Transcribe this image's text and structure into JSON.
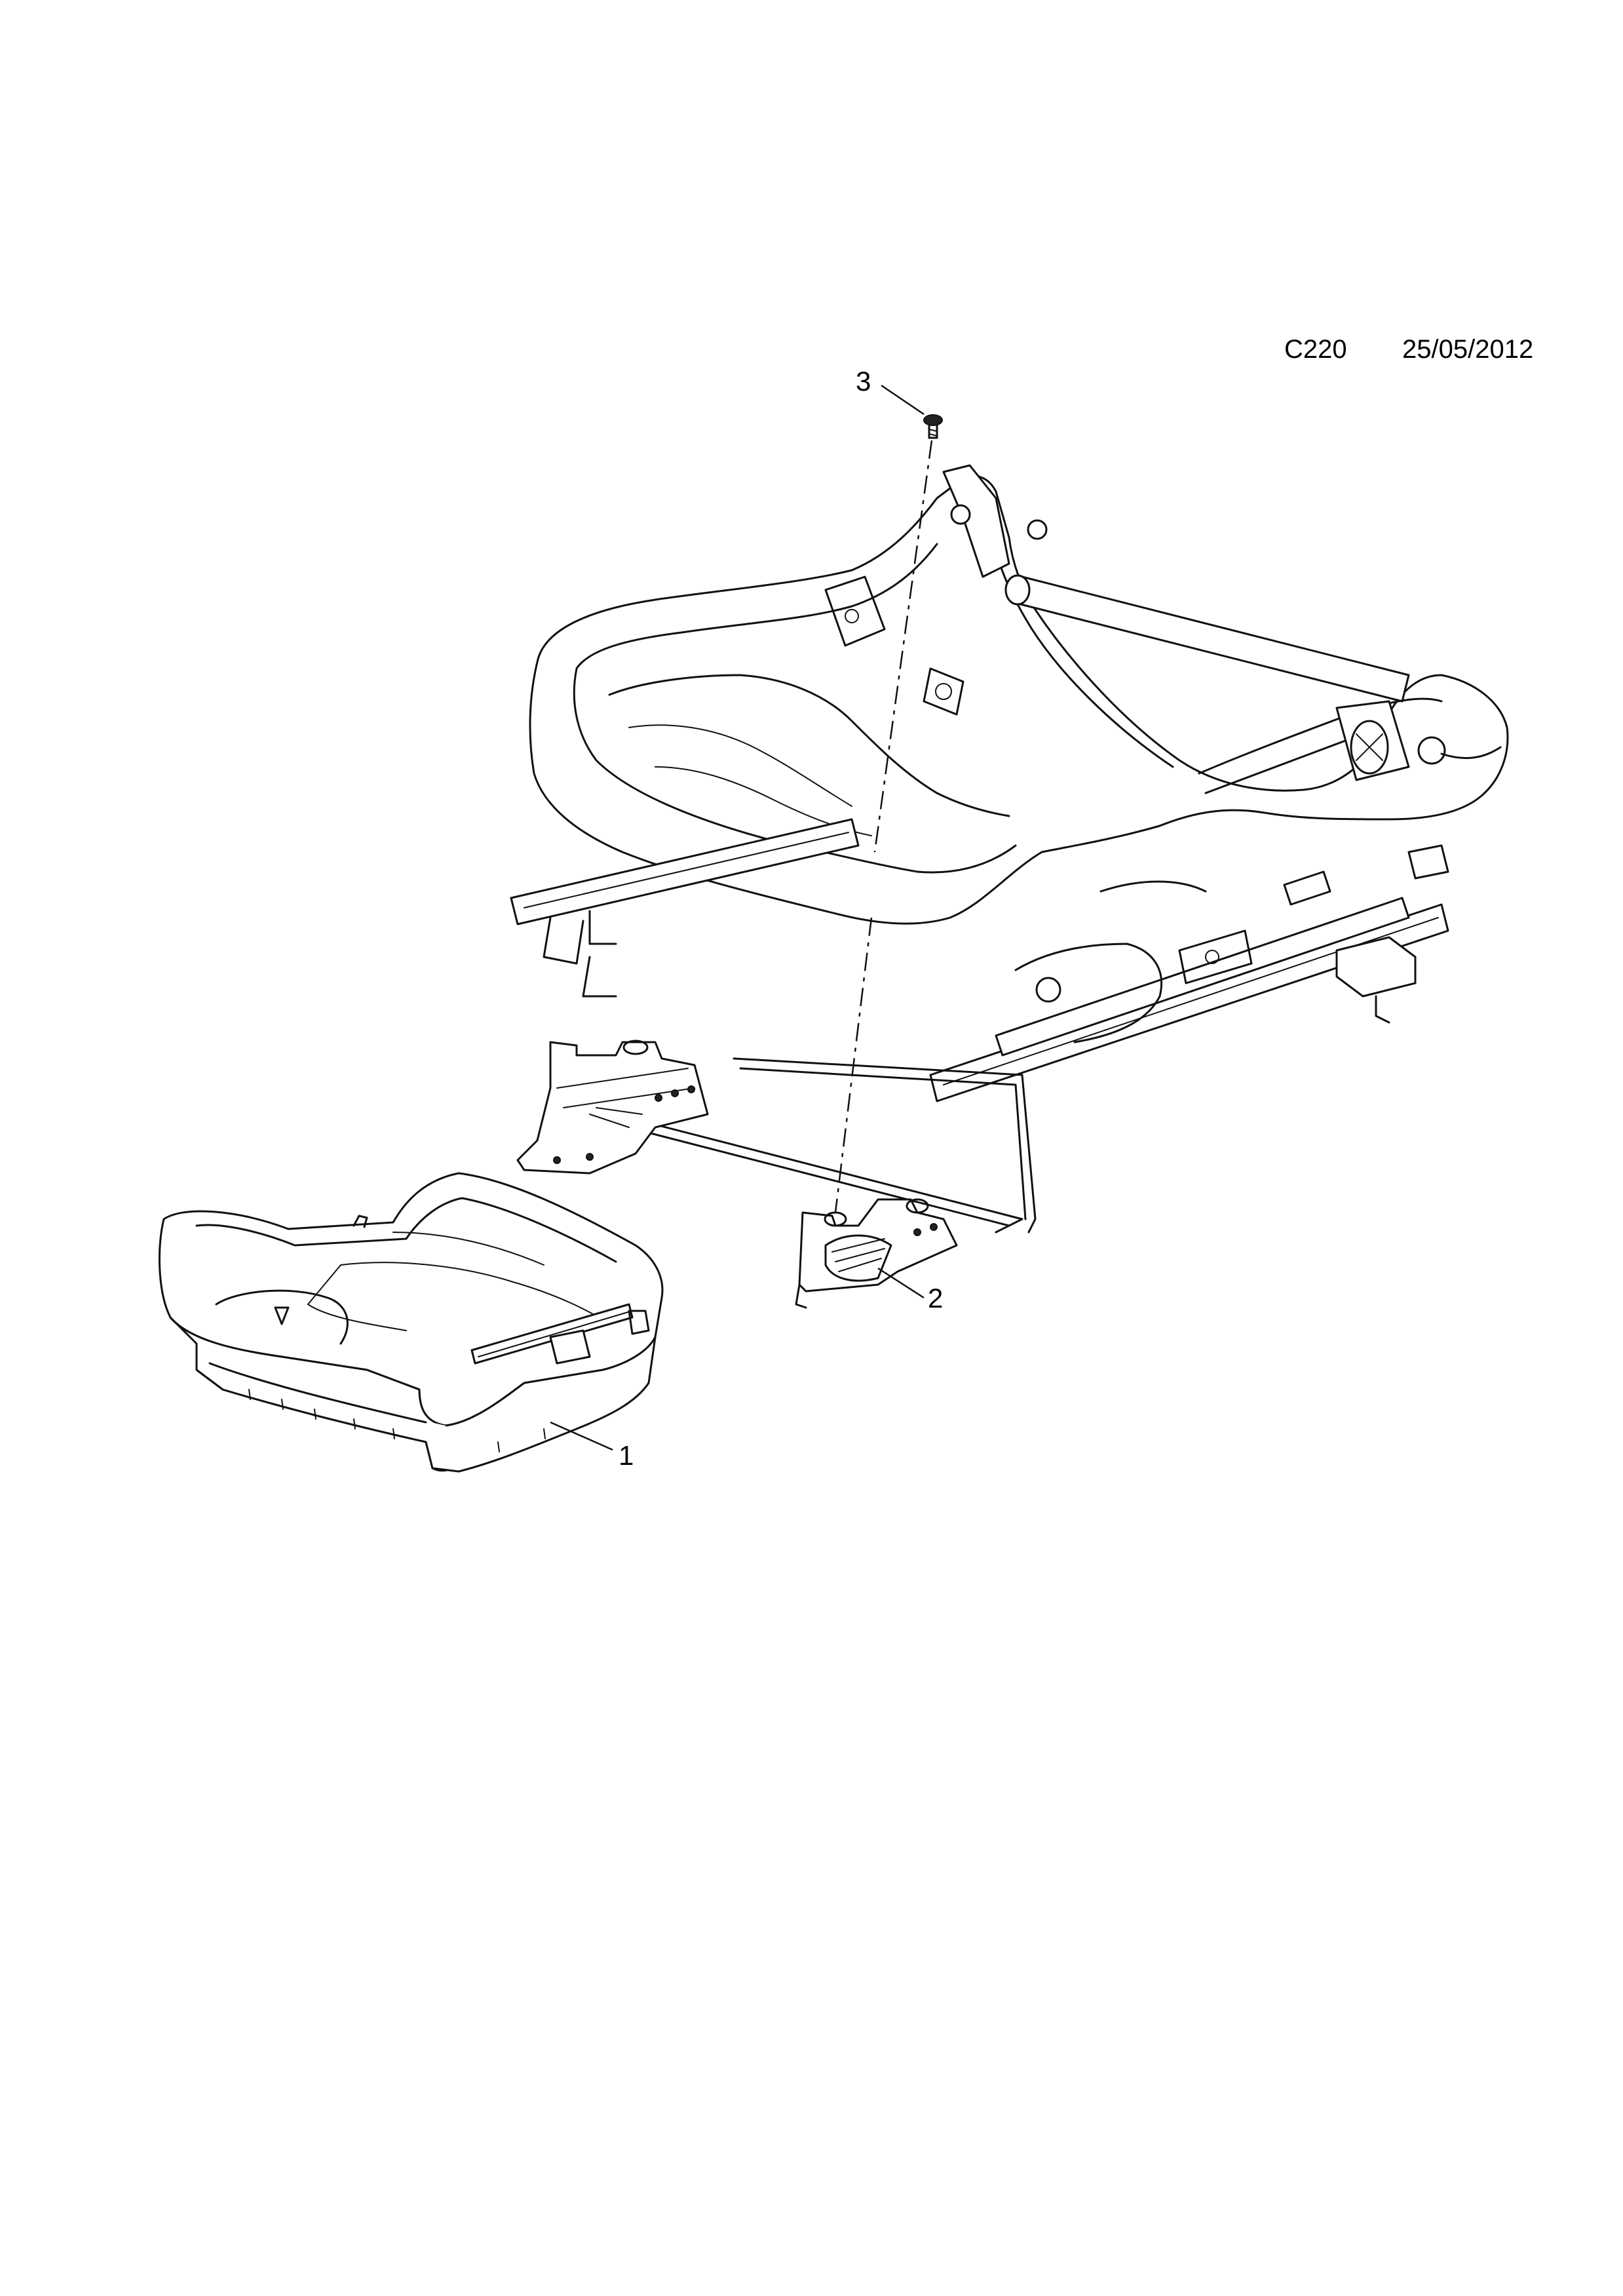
{
  "header": {
    "code": "C220",
    "date": "25/05/2012"
  },
  "callouts": [
    {
      "number": "1",
      "part": "seat-cushion-pan"
    },
    {
      "number": "2",
      "part": "cushion-support-frame"
    },
    {
      "number": "3",
      "part": "bolt"
    }
  ],
  "colors": {
    "ink": "#111111",
    "paper": "#ffffff"
  }
}
